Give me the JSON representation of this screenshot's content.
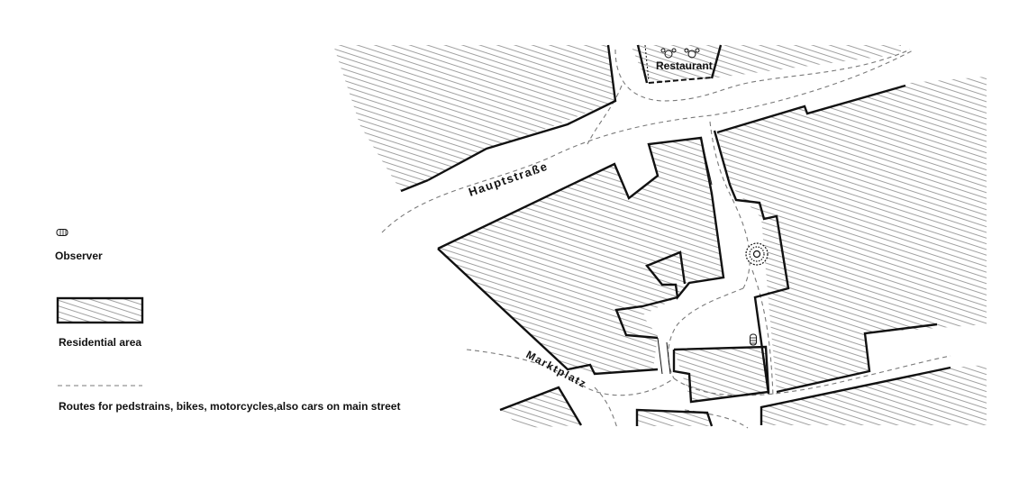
{
  "map": {
    "labels": {
      "restaurant": "Restaurant",
      "main_street": "Hauptstraße",
      "market_square": "Marktplatz"
    },
    "colors": {
      "background": "#ffffff",
      "outline": "#111111",
      "hatch": "#8a8a8a",
      "route": "#7a7a7a"
    }
  },
  "legend": {
    "observer": {
      "label": "Observer",
      "icon": "observer-icon"
    },
    "residential": {
      "label": "Residential area",
      "icon": "hatched-swatch"
    },
    "routes": {
      "label": "Routes for pedstrains, bikes, motorcycles,also cars on main street",
      "icon": "dashed-line"
    }
  }
}
